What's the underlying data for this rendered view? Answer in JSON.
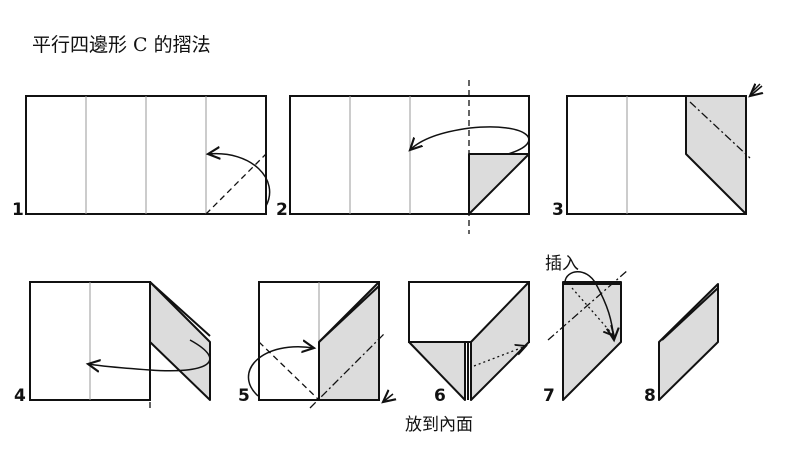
{
  "title": "平行四邊形 C 的摺法",
  "steps": [
    "1",
    "2",
    "3",
    "4",
    "5",
    "6",
    "7",
    "8"
  ],
  "notes": {
    "insert": "插入",
    "tuck_inside": "放到內面"
  }
}
